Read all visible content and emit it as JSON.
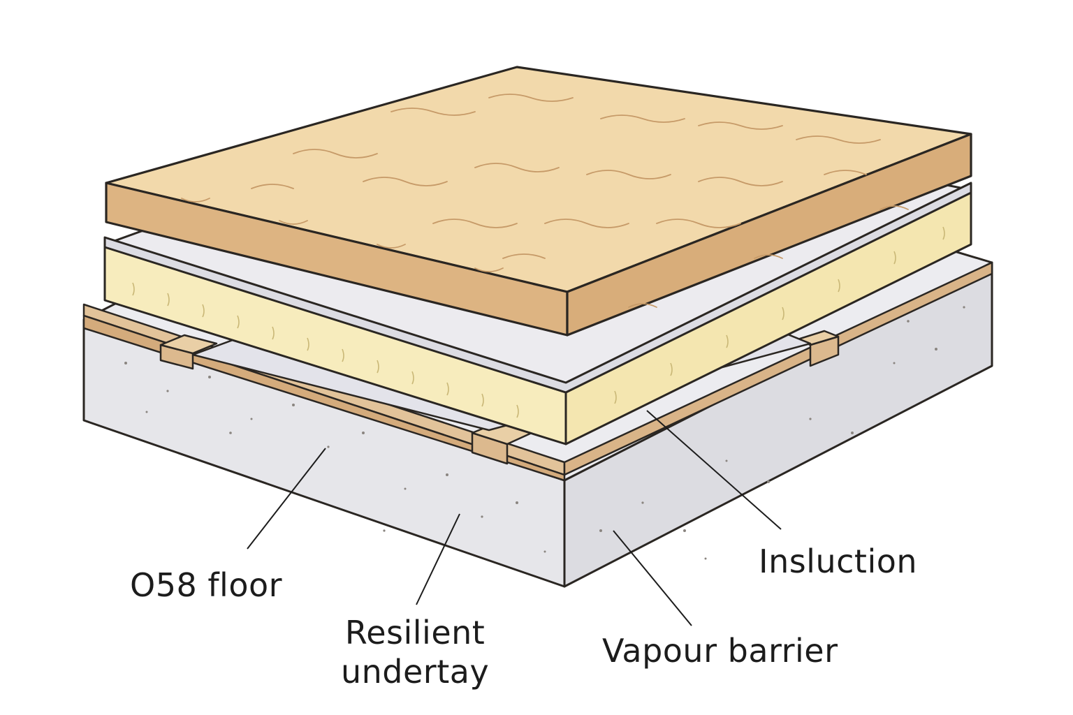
{
  "labels": {
    "floor": "O58 floor",
    "resilient_line1": "Resilient",
    "resilient_line2": "undertay",
    "insulation": "Insluction",
    "vapour": "Vapour barrier"
  },
  "colors": {
    "concrete": "#e6e6ea",
    "concrete_side": "#dcdce1",
    "timber": "#d9b488",
    "insulation": "#f7ecbd",
    "foil": "#e3e3ea",
    "board_top": "#f2d9ab",
    "board_edge": "#ddb482",
    "outline": "#2a2622"
  }
}
